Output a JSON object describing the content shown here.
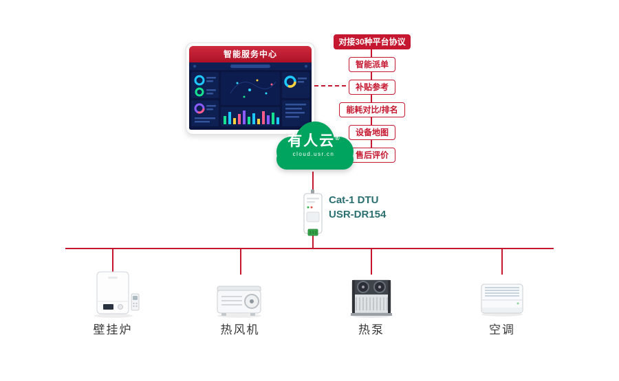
{
  "colors": {
    "accent_red": "#c5172f",
    "cloud_green": "#00a45f",
    "dtu_text_teal": "#2a6f70"
  },
  "monitor": {
    "title": "智能服务中心"
  },
  "features": [
    {
      "label": "对接30种平台协议"
    },
    {
      "label": "智能派单"
    },
    {
      "label": "补贴参考"
    },
    {
      "label": "能耗对比/排名"
    },
    {
      "label": "设备地图"
    },
    {
      "label": "售后评价"
    }
  ],
  "cloud": {
    "name": "有人云",
    "reg_mark": "®",
    "domain": "cloud.usr.cn"
  },
  "dtu": {
    "model_line1": "Cat-1 DTU",
    "model_line2": "USR-DR154"
  },
  "devices": [
    {
      "label": "壁挂炉"
    },
    {
      "label": "热风机"
    },
    {
      "label": "热泵"
    },
    {
      "label": "空调"
    }
  ]
}
